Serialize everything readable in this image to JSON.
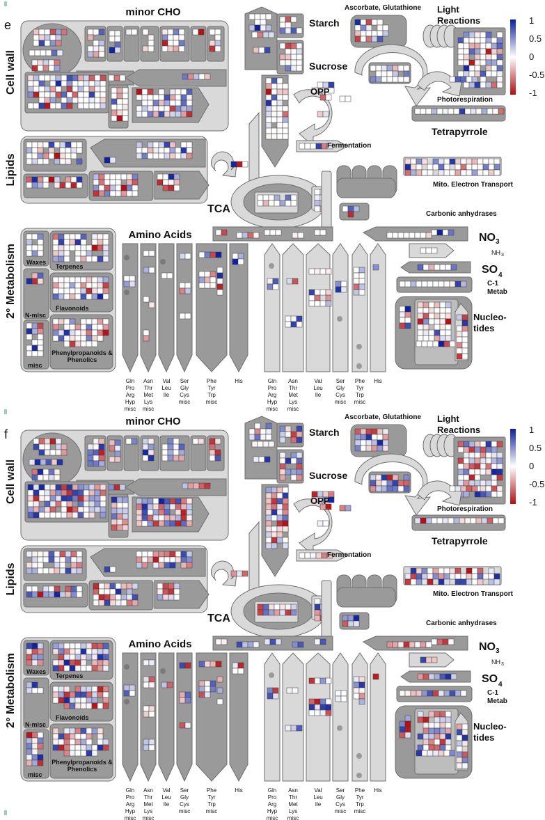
{
  "panels": [
    {
      "letter": "e",
      "seed": 11,
      "density": 0.55,
      "labels": {
        "minor_cho": "minor CHO",
        "cell_wall": "Cell wall",
        "lipids": "Lipids",
        "starch": "Starch",
        "sucrose": "Sucrose",
        "opp": "OPP",
        "fermentation": "Fermentation",
        "asc": "Ascorbate, Glutathione",
        "light1": "Light",
        "light2": "Reactions",
        "photoresp": "Photorespiration",
        "tetrapyrrole": "Tetrapyrrole",
        "mito": "Mito. Electron Transport",
        "tca": "TCA",
        "carbonic": "Carbonic anhydrases",
        "amino": "Amino Acids",
        "secondary": "2° Metabolism",
        "waxes": "Waxes",
        "terpenes": "Terpenes",
        "nmisc": "N-misc",
        "flavonoids": "Flavonoids",
        "phenyl1": "Phenylpropanoids &",
        "phenyl2": "Phenolics",
        "misc": "misc",
        "no3": "NO",
        "no3_sub": "3",
        "nh3": "NH",
        "nh3_sub": "3",
        "so4": "SO",
        "so4_sub": "4",
        "c1a": "C-1",
        "c1b": "Metab",
        "nuc1": "Nucleo-",
        "nuc2": "tides"
      }
    },
    {
      "letter": "f",
      "seed": 29,
      "density": 0.9,
      "labels": {
        "minor_cho": "minor CHO",
        "cell_wall": "Cell wall",
        "lipids": "Lipids",
        "starch": "Starch",
        "sucrose": "Sucrose",
        "opp": "OPP",
        "fermentation": "Fermentation",
        "asc": "Ascorbate, Glutathione",
        "light1": "Light",
        "light2": "Reactions",
        "photoresp": "Photorespiration",
        "tetrapyrrole": "Tetrapyrrole",
        "mito": "Mito. Electron Transport",
        "tca": "TCA",
        "carbonic": "Carbonic anhydrases",
        "amino": "Amino Acids",
        "secondary": "2° Metabolism",
        "waxes": "Waxes",
        "terpenes": "Terpenes",
        "nmisc": "N-misc",
        "flavonoids": "Flavonoids",
        "phenyl1": "Phenylpropanoids &",
        "phenyl2": "Phenolics",
        "misc": "misc",
        "no3": "NO",
        "no3_sub": "3",
        "nh3": "NH",
        "nh3_sub": "3",
        "so4": "SO",
        "so4_sub": "4",
        "c1a": "C-1",
        "c1b": "Metab",
        "nuc1": "Nucleo-",
        "nuc2": "tides"
      }
    }
  ],
  "amino_groups_left": [
    [
      "Gln",
      "Pro",
      "Arg",
      "Hyp",
      "misc"
    ],
    [
      "Asn",
      "Thr",
      "Met",
      "Lys",
      "misc"
    ],
    [
      "Val",
      "Leu",
      "Ile"
    ],
    [
      "Ser",
      "Gly",
      "Cys",
      "misc"
    ],
    [
      "Phe",
      "Tyr",
      "Trp",
      "misc"
    ],
    [
      "His"
    ]
  ],
  "amino_groups_right": [
    [
      "Gln",
      "Pro",
      "Arg",
      "Hyp",
      "misc"
    ],
    [
      "Asn",
      "Thr",
      "Met",
      "Lys",
      "misc"
    ],
    [
      "Val",
      "Leu",
      "Ile"
    ],
    [
      "Ser",
      "Gly",
      "Cys",
      "misc"
    ],
    [
      "Phe",
      "Tyr",
      "Trp",
      "misc"
    ],
    [
      "His"
    ]
  ],
  "colorbar": {
    "ticks": [
      "1",
      "0.5",
      "0",
      "-0.5",
      "-1"
    ],
    "max_color": "#0b1e9e",
    "mid_color": "#ffffff",
    "min_color": "#b40c12"
  },
  "colors": {
    "block_dark": "#9a9a9a",
    "block_light": "#d9d9d9",
    "block_mid": "#bdbdbd",
    "outline": "#6e6e6e"
  }
}
